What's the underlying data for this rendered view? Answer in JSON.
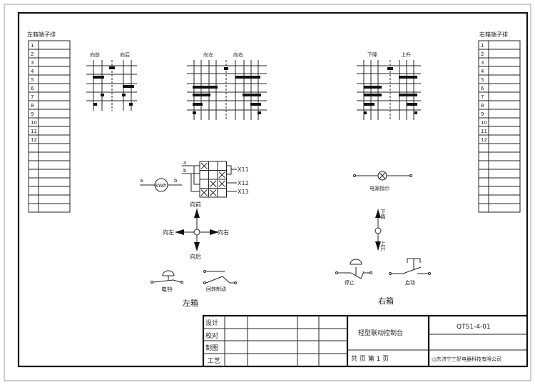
{
  "left_terminal": {
    "title": "左箱端子排",
    "rows": [
      "1",
      "2",
      "3",
      "4",
      "5",
      "6",
      "7",
      "8",
      "9",
      "10",
      "11",
      "12",
      "",
      "",
      "",
      "",
      "",
      "",
      "",
      ""
    ]
  },
  "right_terminal": {
    "title": "右箱端子排",
    "rows": [
      "1",
      "2",
      "3",
      "4",
      "5",
      "6",
      "7",
      "8",
      "9",
      "10",
      "11",
      "12",
      "",
      "",
      "",
      "",
      "",
      "",
      "",
      ""
    ]
  },
  "matrices": {
    "left": {
      "label_a": "向前",
      "label_b": "向后"
    },
    "middle": {
      "label_a": "向左",
      "label_b": "向右"
    },
    "right": {
      "label_a": "下降",
      "label_b": "上升"
    }
  },
  "left_box": {
    "meter_label": "kWh",
    "meter_a": "a",
    "meter_b": "b",
    "switch_a": "a",
    "switch_b": "b",
    "x11": "X11",
    "x12": "X12",
    "x13": "X13",
    "dir_forward": "向前",
    "dir_back": "向后",
    "dir_left": "向左",
    "dir_right": "向右",
    "bell": "电铃",
    "brake": "回转制动",
    "title": "左箱"
  },
  "right_box": {
    "power_indicator": "电源指示",
    "down": "下降",
    "up": "上升",
    "stop": "停止",
    "start": "启动",
    "title": "右箱"
  },
  "title_block": {
    "roles": [
      "设计",
      "校对",
      "制图",
      "工艺"
    ],
    "drawing_name": "轻型联动控制台",
    "drawing_no": "QTS1-4-01",
    "page": "共  页  第 1 页",
    "company": "山东济宁三好电器科技有限公司"
  }
}
